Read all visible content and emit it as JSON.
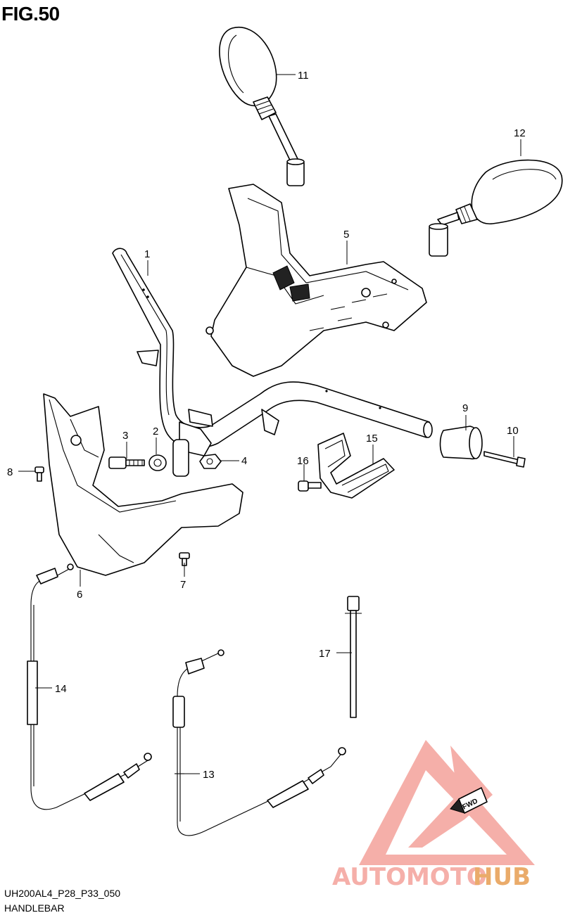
{
  "figure": {
    "title": "FIG.50",
    "code": "UH200AL4_P28_P33_050",
    "name": "HANDLEBAR"
  },
  "callouts": [
    "1",
    "2",
    "3",
    "4",
    "5",
    "6",
    "7",
    "8",
    "9",
    "10",
    "11",
    "12",
    "13",
    "14",
    "15",
    "16",
    "17"
  ],
  "fwd_label": "FWD",
  "watermark": {
    "part_a": "AUTOMOTO",
    "part_b": "HUB",
    "color_a": "#f4a7a0",
    "color_b": "#e8a35a",
    "triangle_color": "#f4a7a0"
  }
}
